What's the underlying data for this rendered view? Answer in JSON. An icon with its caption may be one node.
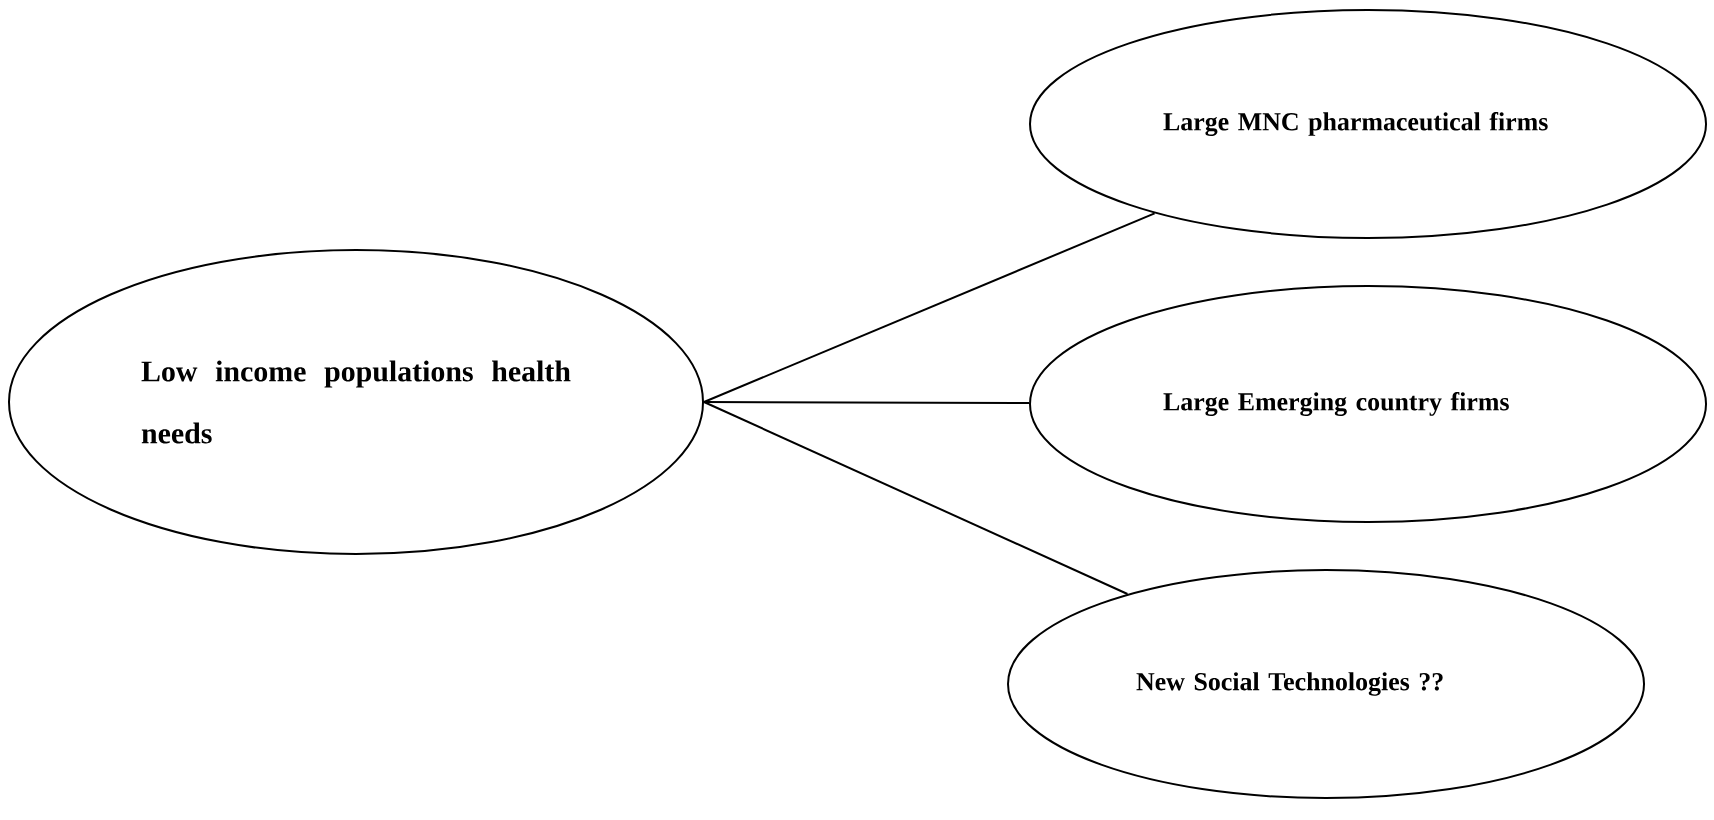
{
  "diagram": {
    "nodes": [
      {
        "text": [
          "Low income populations health needs"
        ]
      },
      {
        "text": [
          "Large MNC pharmaceutical firms"
        ]
      },
      {
        "text": [
          "Large Emerging country firms"
        ]
      },
      {
        "text": [
          "New Social Technologies ??"
        ]
      }
    ],
    "edges": [
      {
        "from": 0,
        "to": 1,
        "arrow": "none"
      },
      {
        "from": 0,
        "to": 2,
        "arrow": "none"
      },
      {
        "from": 0,
        "to": 3,
        "arrow": "none"
      }
    ]
  }
}
